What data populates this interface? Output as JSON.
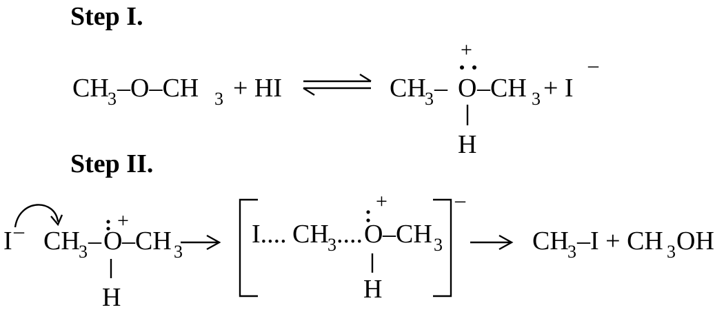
{
  "step1": {
    "heading": "Step I.",
    "reactant_left": "CH",
    "reactant_sub1": "3",
    "reactant_mid": "–O–CH",
    "reactant_sub2": "3",
    "reactant_plus_hi": "+ HI",
    "product_ch": "CH",
    "product_sub1": "3",
    "product_dash1": "–",
    "product_o": "O",
    "product_plus_charge": "+",
    "product_dash2": "–CH",
    "product_sub2": "3",
    "product_plus_i": "+ I",
    "iodide_charge": "–",
    "product_h": "H"
  },
  "step2": {
    "heading": "Step II.",
    "iodide": "I",
    "iodide_charge": "–",
    "sub_ch": "CH",
    "sub_sub1": "3",
    "sub_dash1": "–",
    "sub_o": "O",
    "sub_plus_charge": "+",
    "sub_dash2": "–CH",
    "sub_sub2": "3",
    "sub_h": "H",
    "ts_i": "I....",
    "ts_ch": "CH",
    "ts_sub1": "3",
    "ts_dots": "....",
    "ts_o": "O",
    "ts_plus_charge": "+",
    "ts_dash": "–CH",
    "ts_sub2": "3",
    "ts_h": "H",
    "ts_bracket_charge": "–",
    "prod_ch1": "CH",
    "prod_sub1": "3",
    "prod_i": "–I + CH",
    "prod_sub2": "3",
    "prod_oh": "OH"
  }
}
